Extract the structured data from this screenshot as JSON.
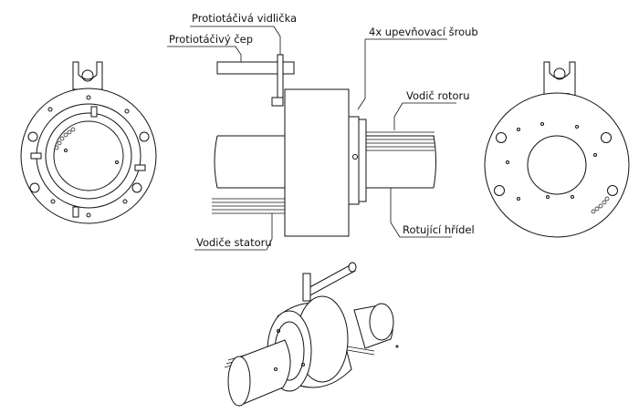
{
  "labels": {
    "fork": "Protiotáčivá vidlička",
    "pin": "Protiotáčivý čep",
    "screws": "4x upevňovací šroub",
    "rotor_wires": "Vodič rotoru",
    "stator_wires": "Vodiče statoru",
    "shaft": "Rotující hřídel"
  }
}
